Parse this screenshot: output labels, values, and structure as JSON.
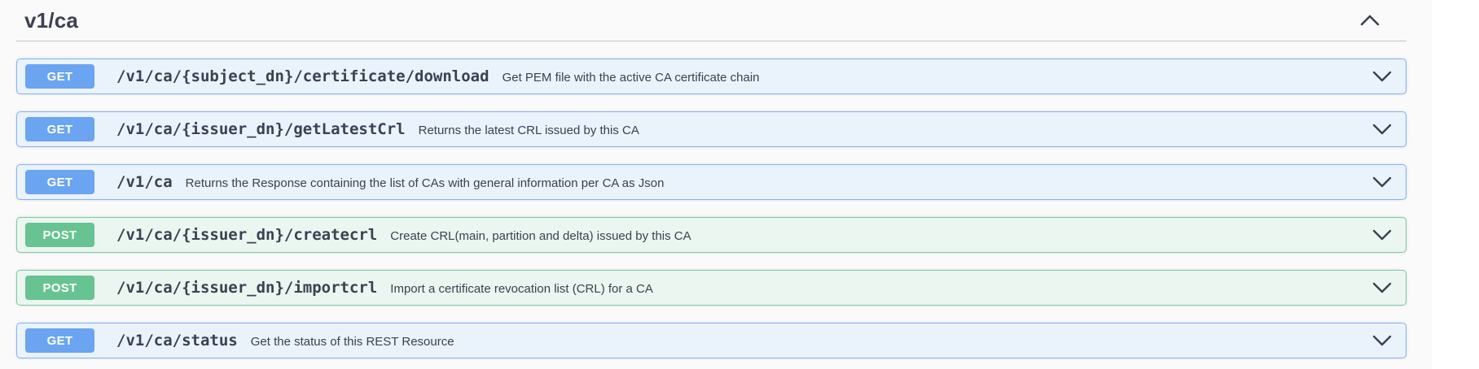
{
  "section": {
    "title": "v1/ca",
    "collapse_icon": "chevron-up",
    "row_expand_icon": "chevron-down"
  },
  "endpoints": [
    {
      "method": "GET",
      "path": "/v1/ca/{subject_dn}/certificate/download",
      "description": "Get PEM file with the active CA certificate chain"
    },
    {
      "method": "GET",
      "path": "/v1/ca/{issuer_dn}/getLatestCrl",
      "description": "Returns the latest CRL issued by this CA"
    },
    {
      "method": "GET",
      "path": "/v1/ca",
      "description": "Returns the Response containing the list of CAs with general information per CA as Json"
    },
    {
      "method": "POST",
      "path": "/v1/ca/{issuer_dn}/createcrl",
      "description": "Create CRL(main, partition and delta) issued by this CA"
    },
    {
      "method": "POST",
      "path": "/v1/ca/{issuer_dn}/importcrl",
      "description": "Import a certificate revocation list (CRL) for a CA"
    },
    {
      "method": "GET",
      "path": "/v1/ca/status",
      "description": "Get the status of this REST Resource"
    }
  ],
  "colors": {
    "get_badge": "#6ba4f0",
    "post_badge": "#67c391",
    "get_row_bg": "#eaf2fc",
    "get_row_border": "#84b3f3",
    "post_row_bg": "#ebf6f0",
    "post_row_border": "#7cc9a1",
    "text_dark": "#3b4151",
    "page_bg": "#fafafa"
  }
}
